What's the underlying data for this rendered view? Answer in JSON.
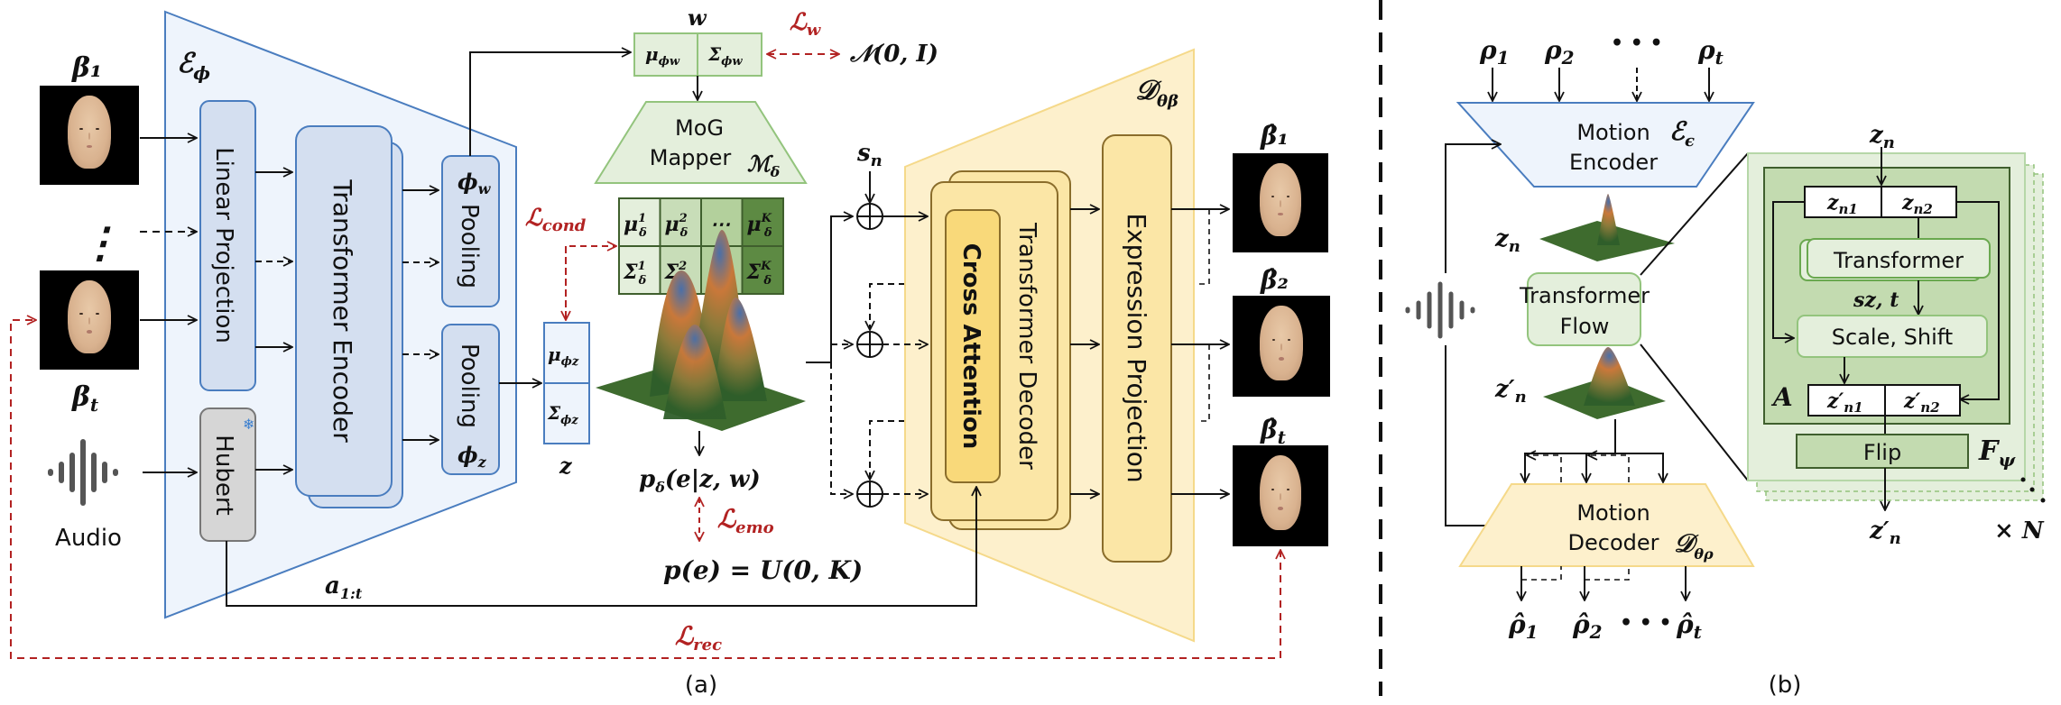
{
  "figure": {
    "panel_labels": {
      "a": "(a)",
      "b": "(b)"
    },
    "colors": {
      "encoder_fill": "#eef4fc",
      "encoder_stroke": "#4a7dbf",
      "block_blue": "#d4dff0",
      "hubert_fill": "#d6d6d6",
      "green_light": "#e4efdc",
      "green_mid": "#c3dbb0",
      "green_dark": "#5d8a43",
      "green_stroke": "#93c47d",
      "decoder_fill": "#fdf0cc",
      "decoder_stroke": "#f5d98a",
      "yellow_block": "#fbe6a6",
      "yellow_inner": "#f9d97a",
      "yellow_stroke": "#8a6d2b",
      "loss_red": "#b22222"
    }
  },
  "panel_a": {
    "inputs": {
      "beta_1": "β₁",
      "beta_t": "β",
      "beta_t_sub": "t",
      "audio_label": "Audio"
    },
    "encoder": {
      "symbol": "ℰ",
      "symbol_sub": "ϕ",
      "linear_projection": "Linear Projection",
      "transformer_encoder": "Transformer Encoder",
      "hubert": "Hubert",
      "pooling_w": "Pooling",
      "pooling_w_sym": "ϕ",
      "pooling_w_sub": "w",
      "pooling_z": "Pooling",
      "pooling_z_sym": "ϕ",
      "pooling_z_sub": "z",
      "frozen_icon": "❄"
    },
    "w_box": {
      "label": "w",
      "mu": "μ",
      "mu_sub": "ϕw",
      "sigma": "Σ",
      "sigma_sub": "ϕw"
    },
    "z_box": {
      "label": "z",
      "mu": "μ",
      "mu_sub": "ϕz",
      "sigma": "Σ",
      "sigma_sub": "ϕz"
    },
    "losses": {
      "L_w": "ℒ",
      "L_w_sub": "w",
      "L_cond": "ℒ",
      "L_cond_sub": "cond",
      "L_emo": "ℒ",
      "L_emo_sub": "emo",
      "L_rec": "ℒ",
      "L_rec_sub": "rec"
    },
    "normal_prior": "𝒩(0, I)",
    "mog_mapper": {
      "line1": "MoG",
      "line2": "Mapper",
      "symbol": "ℳ",
      "symbol_sub": "δ"
    },
    "mog_grid": {
      "row_mu": [
        "μ",
        "μ",
        "⋯",
        "μ"
      ],
      "row_sigma": [
        "Σ",
        "Σ",
        "⋯",
        "Σ"
      ],
      "sups": [
        "1",
        "2",
        "",
        "K"
      ],
      "sub": "δ"
    },
    "posterior": "p",
    "posterior_sub": "δ",
    "posterior_rest": "(e|z, w)",
    "prior": "p(e) = U(0, K)",
    "style_code": "s",
    "style_code_sub": "n",
    "audio_feature": "a",
    "audio_feature_sub": "1:t",
    "decoder": {
      "symbol": "𝒟",
      "symbol_sub": "θβ",
      "cross_attention": "Cross Attention",
      "transformer_decoder": "Transformer Decoder",
      "expression_projection": "Expression Projection"
    },
    "outputs": [
      "β̂₁",
      "β̂₂",
      "β̂"
    ],
    "output_t_sub": "t",
    "dots": "⋮"
  },
  "panel_b": {
    "inputs": [
      "ρ",
      "ρ",
      "ρ"
    ],
    "input_subs": [
      "1",
      "2",
      "t"
    ],
    "input_dots": "• • •",
    "motion_encoder": {
      "line1": "Motion",
      "line2": "Encoder",
      "symbol": "ℰ",
      "symbol_sub": "ϵ"
    },
    "z_n": "z",
    "z_n_sub": "n",
    "z_n_prime": "z′",
    "z_n_prime_sub": "n",
    "transformer_flow": {
      "line1": "Transformer",
      "line2": "Flow"
    },
    "motion_decoder": {
      "line1": "Motion",
      "line2": "Decoder",
      "symbol": "𝒟",
      "symbol_sub": "θρ"
    },
    "outputs": [
      "ρ̂",
      "ρ̂",
      "ρ̂"
    ],
    "output_subs": [
      "1",
      "2",
      "t"
    ],
    "output_dots": "• • •",
    "flow_layer": {
      "input": "z",
      "input_sub": "n",
      "split": [
        "z",
        "z"
      ],
      "split_subs": [
        "n1",
        "n2"
      ],
      "transformer": "Transformer",
      "scale_shift_params": "s",
      "scale_shift_params_text": "z, t",
      "scale_shift": "Scale, Shift",
      "affine_label": "A",
      "merged": [
        "z′",
        "z′"
      ],
      "merged_subs": [
        "n1",
        "n2"
      ],
      "flip": "Flip",
      "flow_symbol": "F",
      "flow_symbol_sub": "ψ",
      "output": "z′",
      "output_sub": "n",
      "repeat": "× N"
    }
  }
}
